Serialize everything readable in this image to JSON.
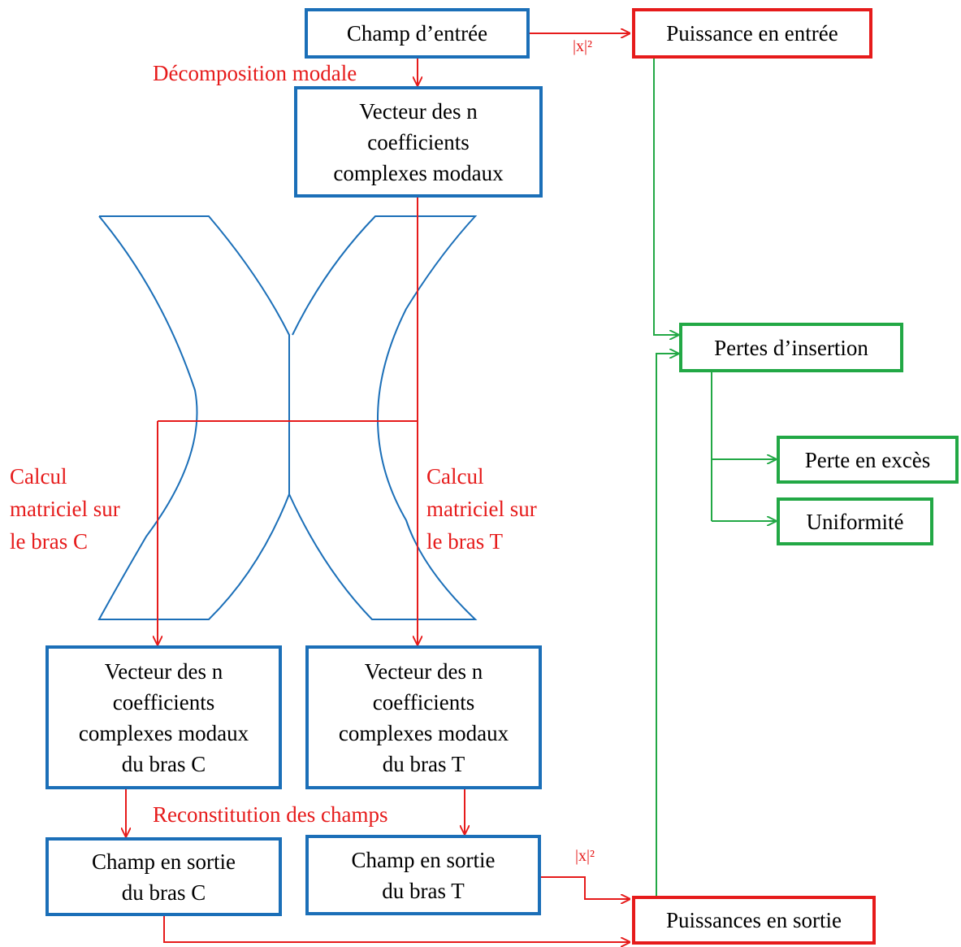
{
  "boxes": {
    "input_field": "Champ d’entrée",
    "input_power": "Puissance en entrée",
    "modal_vector": [
      "Vecteur des n",
      "coefficients",
      "complexes modaux"
    ],
    "insertion_loss": "Pertes d’insertion",
    "excess_loss": "Perte en excès",
    "uniformity": "Uniformité",
    "vector_c": [
      "Vecteur des n",
      "coefficients",
      "complexes modaux",
      "du bras C"
    ],
    "vector_t": [
      "Vecteur des n",
      "coefficients",
      "complexes modaux",
      "du bras T"
    ],
    "output_c": [
      "Champ en sortie",
      "du bras C"
    ],
    "output_t": [
      "Champ en sortie",
      "du bras T"
    ],
    "output_power": "Puissances en sortie"
  },
  "labels": {
    "modal_decomposition": "Décomposition modale",
    "abs_sq_top": "|x|²",
    "abs_sq_bottom": "|x|²",
    "calc_c": [
      "Calcul",
      "matriciel sur",
      "le bras C"
    ],
    "calc_t": [
      "Calcul",
      "matriciel sur",
      "le bras T"
    ],
    "reconstitution": "Reconstitution des champs"
  },
  "colors": {
    "process_box": "#1b6fb8",
    "power_box": "#e61b1b",
    "metric_box": "#22a845",
    "label": "#e61b1b"
  }
}
